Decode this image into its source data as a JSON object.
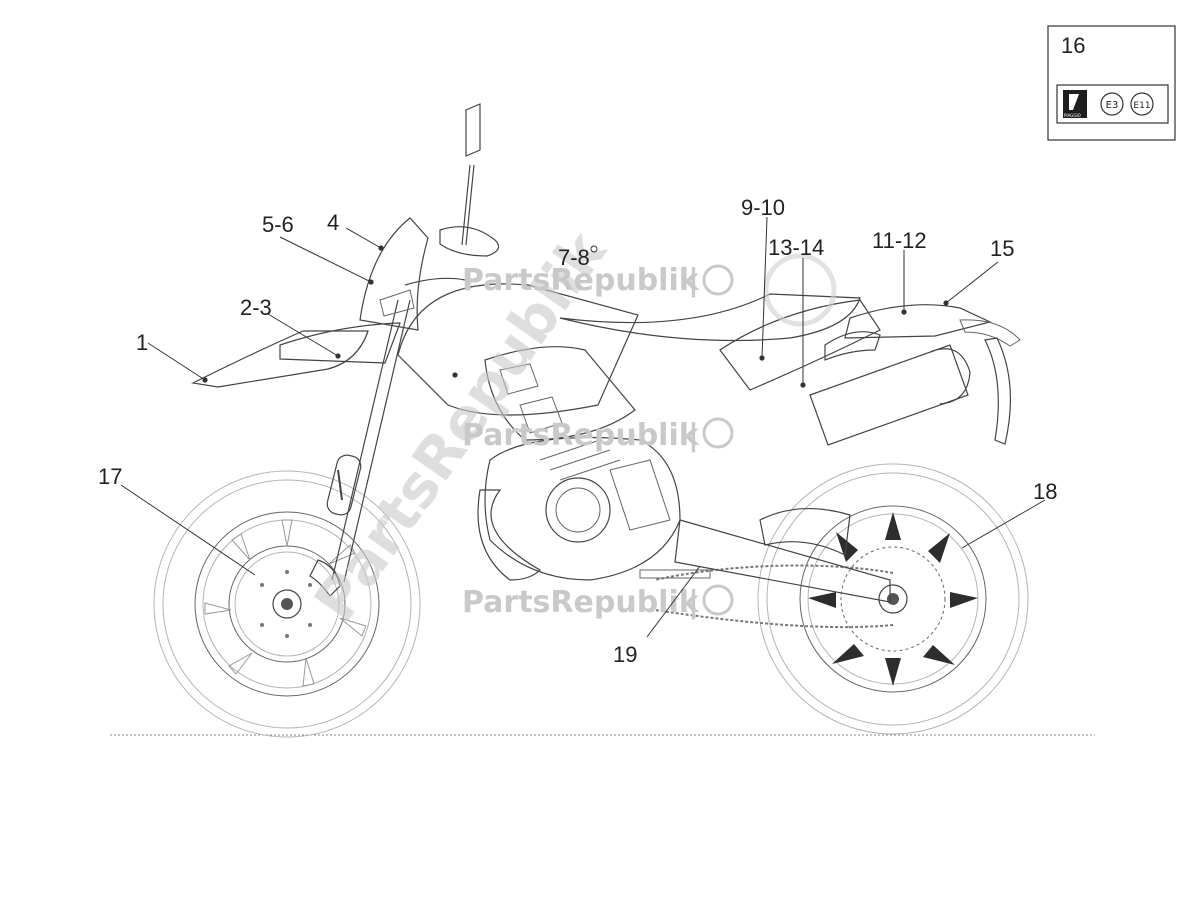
{
  "callouts": [
    {
      "id": "c1",
      "label": "1"
    },
    {
      "id": "c23",
      "label": "2-3"
    },
    {
      "id": "c4",
      "label": "4"
    },
    {
      "id": "c56",
      "label": "5-6"
    },
    {
      "id": "c78",
      "label": "7-8"
    },
    {
      "id": "c910",
      "label": "9-10"
    },
    {
      "id": "c1112",
      "label": "11-12"
    },
    {
      "id": "c1314",
      "label": "13-14"
    },
    {
      "id": "c15",
      "label": "15"
    },
    {
      "id": "c16",
      "label": "16"
    },
    {
      "id": "c17",
      "label": "17"
    },
    {
      "id": "c18",
      "label": "18"
    },
    {
      "id": "c19",
      "label": "19"
    }
  ],
  "inset": {
    "number": "16",
    "badges": [
      "E3",
      "E11"
    ],
    "brand": "PIAGGIO"
  },
  "watermark": {
    "text": "PartsRepublik",
    "separator": "|"
  }
}
